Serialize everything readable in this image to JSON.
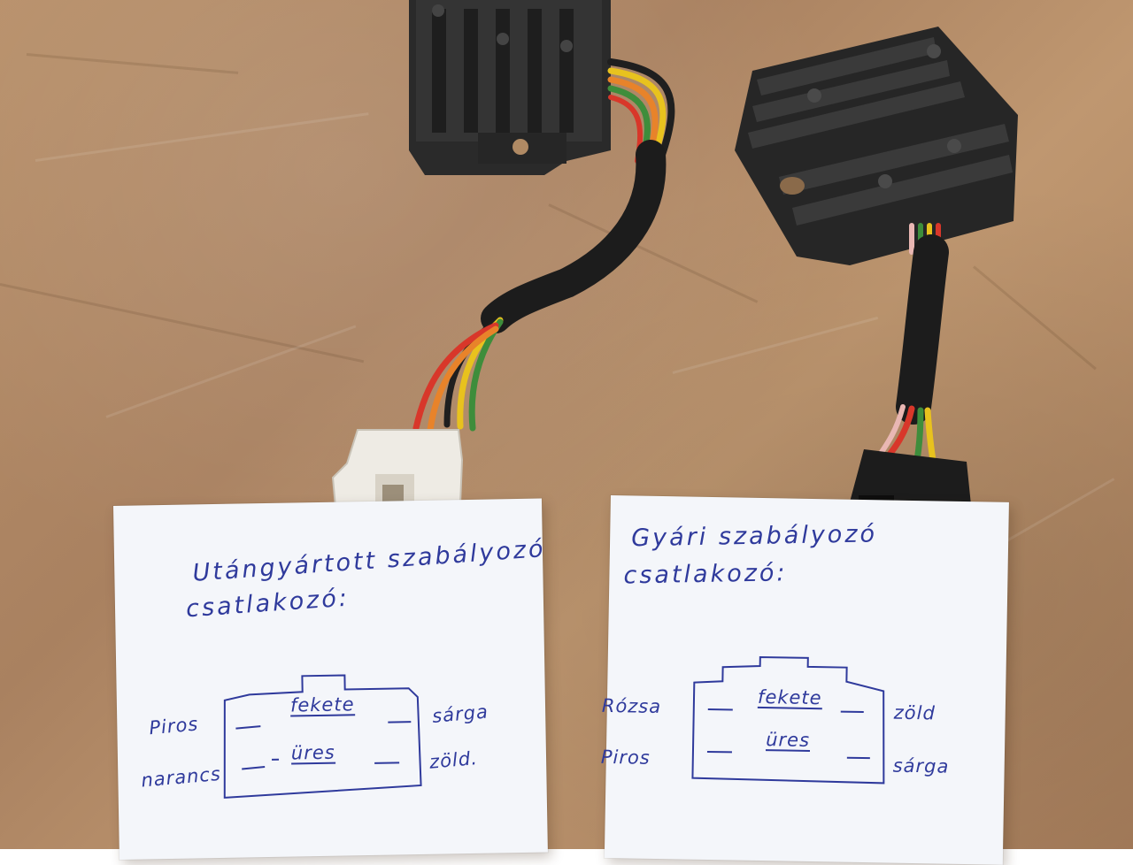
{
  "colors": {
    "paper_bag": "#b08a64",
    "note_paper": "#f4f6fa",
    "ink": "#2f3a9c",
    "regulator_body": "#2b2b2b",
    "connector_aftermarket": "#eeebe4",
    "connector_factory": "#1c1c1c",
    "wire_red": "#d8372a",
    "wire_orange": "#e8832a",
    "wire_yellow": "#e8c21e",
    "wire_green": "#3e8d3b",
    "wire_black": "#1f1f1f",
    "wire_pink": "#e9b7b3"
  },
  "left_note": {
    "title_line1": "Utángyártott szabályozó",
    "title_line2": "csatlakozó:",
    "center_top": "fekete",
    "center_bottom": "üres",
    "left_top": "Piros",
    "left_bottom": "narancs",
    "right_top": "sárga",
    "right_bottom": "zöld."
  },
  "right_note": {
    "title_line1": "Gyári szabályozó",
    "title_line2": "csatlakozó:",
    "center_top": "fekete",
    "center_bottom": "üres",
    "left_top": "Rózsa",
    "left_bottom": "Piros",
    "right_top": "zöld",
    "right_bottom": "sárga"
  }
}
